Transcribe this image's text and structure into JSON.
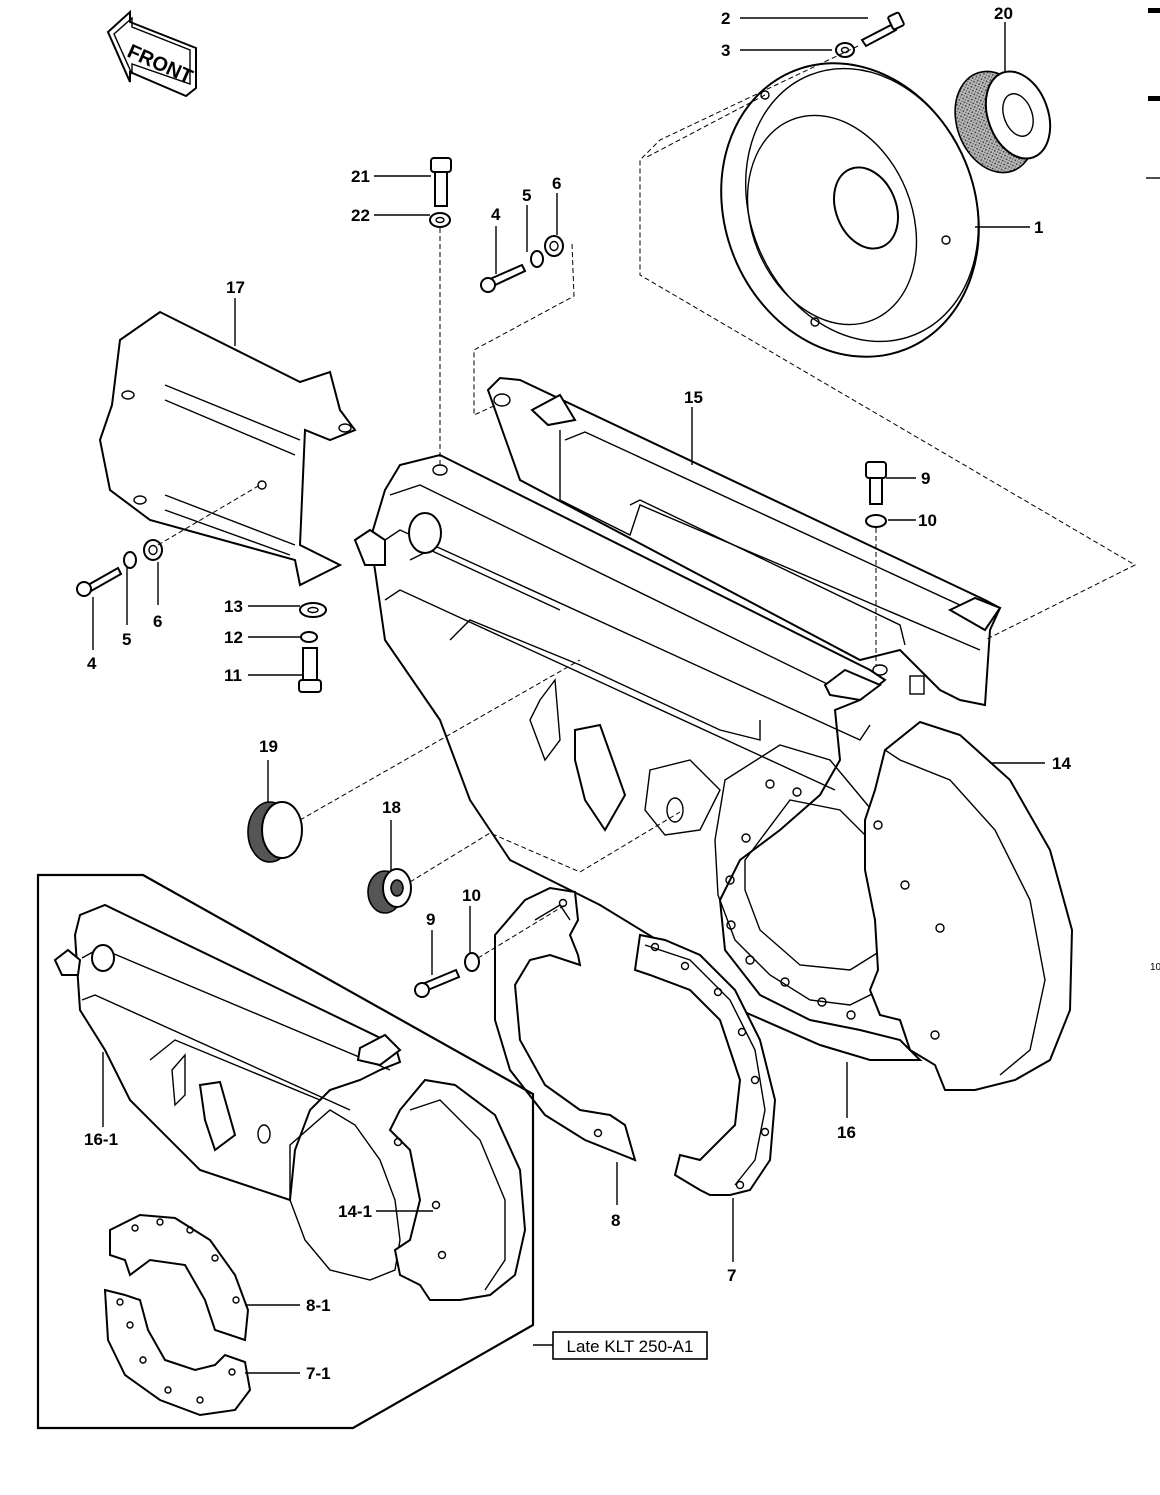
{
  "front_arrow": {
    "text": "FRONT"
  },
  "caption": {
    "text": "Late KLT 250-A1"
  },
  "edge_mark": "10",
  "callouts": [
    {
      "id": "c2",
      "text": "2"
    },
    {
      "id": "c3",
      "text": "3"
    },
    {
      "id": "c20",
      "text": "20"
    },
    {
      "id": "c1",
      "text": "1"
    },
    {
      "id": "c21",
      "text": "21"
    },
    {
      "id": "c22",
      "text": "22"
    },
    {
      "id": "c4a",
      "text": "4"
    },
    {
      "id": "c5a",
      "text": "5"
    },
    {
      "id": "c6a",
      "text": "6"
    },
    {
      "id": "c17",
      "text": "17"
    },
    {
      "id": "c15",
      "text": "15"
    },
    {
      "id": "c9a",
      "text": "9"
    },
    {
      "id": "c10a",
      "text": "10"
    },
    {
      "id": "c4b",
      "text": "4"
    },
    {
      "id": "c5b",
      "text": "5"
    },
    {
      "id": "c6b",
      "text": "6"
    },
    {
      "id": "c13",
      "text": "13"
    },
    {
      "id": "c12",
      "text": "12"
    },
    {
      "id": "c11",
      "text": "11"
    },
    {
      "id": "c19",
      "text": "19"
    },
    {
      "id": "c14",
      "text": "14"
    },
    {
      "id": "c18",
      "text": "18"
    },
    {
      "id": "c9b",
      "text": "9"
    },
    {
      "id": "c10b",
      "text": "10"
    },
    {
      "id": "c16",
      "text": "16"
    },
    {
      "id": "c16-1",
      "text": "16-1"
    },
    {
      "id": "c14-1",
      "text": "14-1"
    },
    {
      "id": "c8",
      "text": "8"
    },
    {
      "id": "c7",
      "text": "7"
    },
    {
      "id": "c8-1",
      "text": "8-1"
    },
    {
      "id": "c7-1",
      "text": "7-1"
    }
  ]
}
